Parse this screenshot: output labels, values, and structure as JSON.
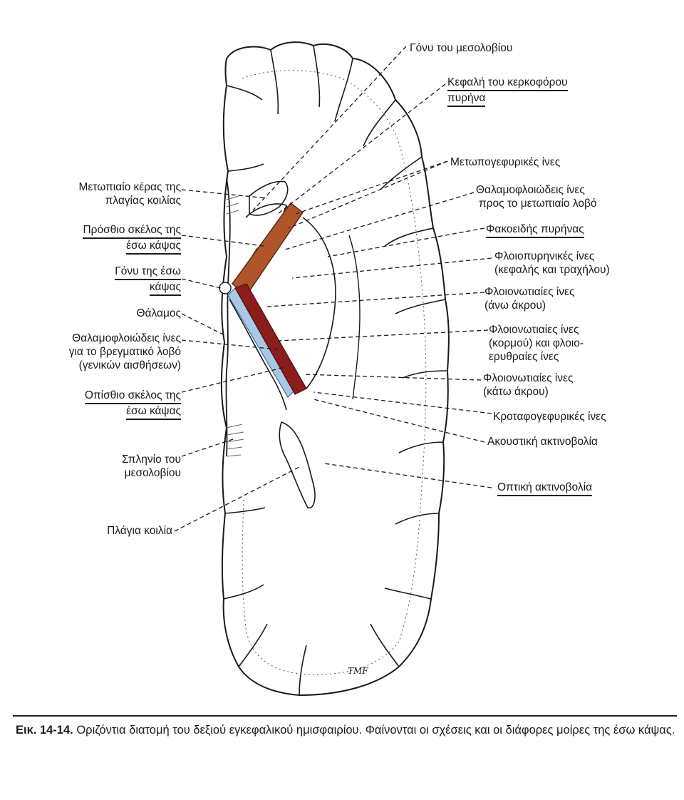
{
  "colors": {
    "anterior_limb": "#b0552a",
    "posterior_limb_front": "#8c1d1d",
    "posterior_limb_back": "#a9c8e8",
    "ink": "#1a1a1a"
  },
  "labels_left": [
    {
      "id": "frontal-horn",
      "lines": [
        "Μετωπιαίο κέρας της",
        "πλαγίας κοιλίας"
      ],
      "underlined": false
    },
    {
      "id": "anterior-limb",
      "lines": [
        "Πρόσθιο σκέλος της",
        "έσω κάψας"
      ],
      "underlined": true
    },
    {
      "id": "genu-capsule",
      "lines": [
        "Γόνυ της έσω",
        "κάψας"
      ],
      "underlined": true
    },
    {
      "id": "thalamus",
      "lines": [
        "Θάλαμος"
      ],
      "underlined": false
    },
    {
      "id": "thalamocortical-parietal",
      "lines": [
        "Θαλαμοφλοιώδεις ίνες",
        "για το βρεγματικό λοβό",
        "(γενικών αισθήσεων)"
      ],
      "underlined": false
    },
    {
      "id": "posterior-limb",
      "lines": [
        "Οπίσθιο σκέλος της",
        "έσω κάψας"
      ],
      "underlined": true
    },
    {
      "id": "splenium",
      "lines": [
        "Σπληνίο του",
        "μεσολοβίου"
      ],
      "underlined": false
    },
    {
      "id": "lateral-ventricle",
      "lines": [
        "Πλάγια κοιλία"
      ],
      "underlined": false
    }
  ],
  "labels_right": [
    {
      "id": "genu-corpus",
      "lines": [
        "Γόνυ του μεσολοβίου"
      ],
      "underlined": false
    },
    {
      "id": "caudate-head",
      "lines": [
        "Κεφαλή του κερκοφόρου",
        "πυρήνα"
      ],
      "underlined": true
    },
    {
      "id": "frontopontine",
      "lines": [
        "Μετωπογεφυρικές ίνες"
      ],
      "underlined": false
    },
    {
      "id": "thalamocortical-frontal",
      "lines": [
        "Θαλαμοφλοιώδεις ίνες",
        "προς το μετωπιαίο λοβό"
      ],
      "underlined": false
    },
    {
      "id": "lentiform",
      "lines": [
        "Φακοειδής πυρήνας"
      ],
      "underlined": true
    },
    {
      "id": "corticonuclear",
      "lines": [
        "Φλοιοπυρηνικές ίνες",
        "(κεφαλής και τραχήλου)"
      ],
      "underlined": false
    },
    {
      "id": "corticospinal-upper",
      "lines": [
        "Φλοιονωτιαίες ίνες",
        "(άνω άκρου)"
      ],
      "underlined": false
    },
    {
      "id": "corticospinal-trunk",
      "lines": [
        "Φλοιονωτιαίες ίνες",
        "(κορμού) και φλοιο-",
        "ερυθραίες ίνες"
      ],
      "underlined": false
    },
    {
      "id": "corticospinal-lower",
      "lines": [
        "Φλοιονωτιαίες ίνες",
        "(κάτω άκρου)"
      ],
      "underlined": false
    },
    {
      "id": "temporopontine",
      "lines": [
        "Κροταφογεφυρικές ίνες"
      ],
      "underlined": false
    },
    {
      "id": "auditory-radiation",
      "lines": [
        "Ακουστική ακτινοβολία"
      ],
      "underlined": false
    },
    {
      "id": "optic-radiation",
      "lines": [
        "Οπτική ακτινοβολία"
      ],
      "underlined": true
    }
  ],
  "signature": "TMF",
  "caption": {
    "label": "Εικ. 14-14.",
    "text": "Οριζόντια διατομή του δεξιού εγκεφαλικού ημισφαιρίου. Φαίνονται οι σχέσεις και οι διάφορες μοίρες της έσω κάψας."
  }
}
